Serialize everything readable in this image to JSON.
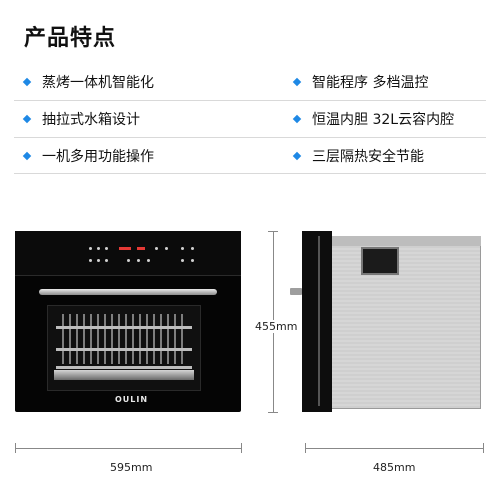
{
  "title": "产品特点",
  "features": [
    {
      "left": "蒸烤一体机智能化",
      "right": "智能程序 多档温控"
    },
    {
      "left": "抽拉式水箱设计",
      "right": "恒温内胆 32L云容内腔"
    },
    {
      "left": "一机多用功能操作",
      "right": "三层隔热安全节能"
    }
  ],
  "brand": "OULIN",
  "dimensions": {
    "height": "455mm",
    "width": "595mm",
    "depth": "485mm"
  },
  "colors": {
    "bullet": "#1e88e5",
    "oven_body": "#050505"
  }
}
